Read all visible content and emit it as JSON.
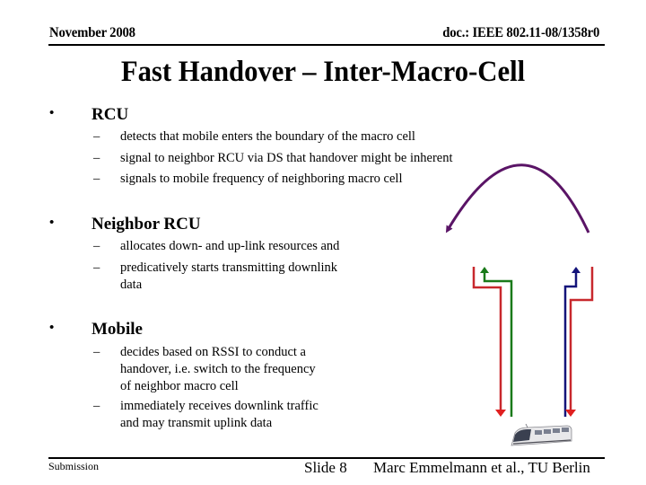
{
  "header": {
    "date": "November 2008",
    "doc_id": "doc.: IEEE 802.11-08/1358r0"
  },
  "slide": {
    "title": "Fast Handover – Inter-Macro-Cell"
  },
  "bullets": [
    {
      "label": "RCU",
      "items": [
        [
          "detects that mobile enters the boundary of the macro cell"
        ],
        [
          "signal to neighbor RCU via DS that handover might be inherent"
        ],
        [
          "signals to mobile frequency of neighboring macro cell"
        ]
      ]
    },
    {
      "label": "Neighbor RCU",
      "items": [
        [
          "allocates down- and up-link resources and"
        ],
        [
          "predicatively starts transmitting downlink",
          "data"
        ]
      ]
    },
    {
      "label": "Mobile",
      "items": [
        [
          "decides based on RSSI to conduct a",
          "handover, i.e. switch to the frequency",
          "of neighbor macro cell"
        ],
        [
          "immediately receives downlink traffic",
          "and may transmit uplink data"
        ]
      ]
    }
  ],
  "diagram": {
    "colors": {
      "handover_arc": "#5a1466",
      "downlink": "#c8282d",
      "uplink_old": "#1a7a1a",
      "uplink_new": "#14147a"
    },
    "icons": [
      "curved-arrow-icon",
      "downlink-arrow-icon",
      "uplink-arrow-icon",
      "train-icon"
    ]
  },
  "footer": {
    "left": "Submission",
    "slide": "Slide 8",
    "author": "Marc Emmelmann et al., TU Berlin"
  },
  "symbols": {
    "bullet": "•",
    "dash": "–"
  }
}
